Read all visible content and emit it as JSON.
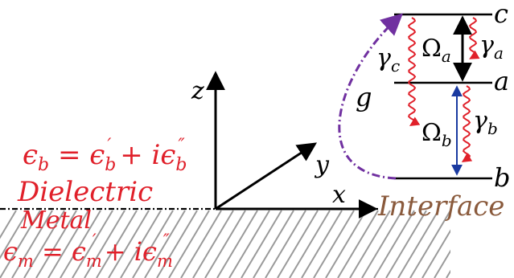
{
  "axes": {
    "x": "x",
    "y": "y",
    "z": "z"
  },
  "media": {
    "dielectric_eq": {
      "lhs": "ϵ",
      "lhs_sub": "b",
      "eq": " = ",
      "real": "ϵ",
      "real_sub": "b",
      "real_sup": "′",
      "plus": " + i",
      "imag": "ϵ",
      "imag_sub": "b",
      "imag_sup": "″"
    },
    "dielectric_label": "Dielectric",
    "metal_label": "Metal",
    "metal_eq": {
      "lhs": "ϵ",
      "lhs_sub": "m",
      "eq": " = ",
      "real": "ϵ",
      "real_sub": "m",
      "real_sup": "′",
      "plus": " + i",
      "imag": "ϵ",
      "imag_sub": "m",
      "imag_sup": "″"
    },
    "interface_label": "Interface"
  },
  "levels": {
    "c": "c",
    "a": "a",
    "b": "b"
  },
  "transitions": {
    "omega_a": {
      "sym": "Ω",
      "sub": "a"
    },
    "omega_b": {
      "sym": "Ω",
      "sub": "b"
    }
  },
  "decay": {
    "gamma_c": {
      "sym": "γ",
      "sub": "c"
    },
    "gamma_a": {
      "sym": "γ",
      "sub": "a"
    },
    "gamma_b": {
      "sym": "γ",
      "sub": "b"
    }
  },
  "coupling": {
    "g": "g"
  },
  "colors": {
    "text": "#000000",
    "medium_red": "#e0202a",
    "interface_brown": "#8a5a3c",
    "wavy_red": "#e0202a",
    "arrow_blue": "#1a3aa0",
    "coupling_purple": "#7030a0",
    "hatch_gray": "#9a9a9a"
  }
}
